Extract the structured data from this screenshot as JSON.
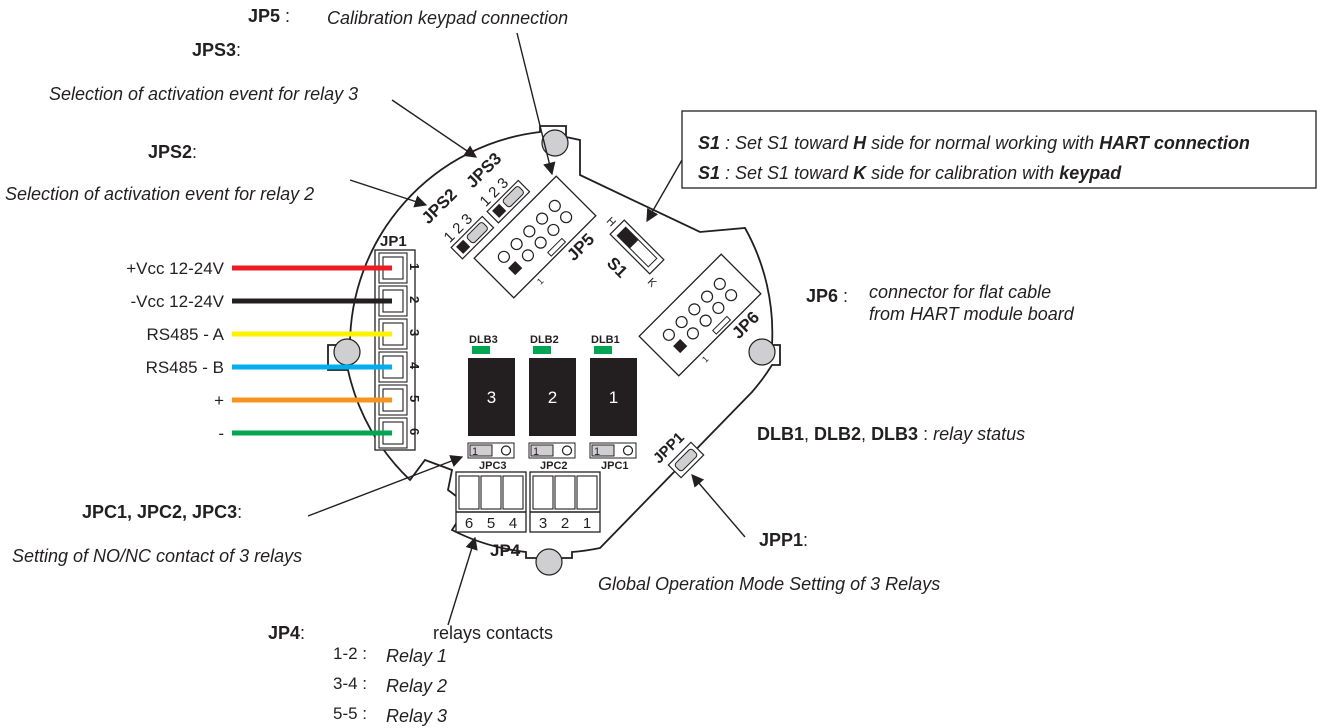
{
  "callouts": {
    "jp5": {
      "tag": "JP5",
      "sep": " :",
      "desc": "Calibration keypad connection"
    },
    "jps3": {
      "tag": "JPS3",
      "sep": ":",
      "desc": "Selection of activation event for relay 3"
    },
    "jps2": {
      "tag": "JPS2",
      "sep": ":",
      "desc": "Selection of activation event for relay 2"
    },
    "s1_box": {
      "line1": {
        "tag": "S1",
        "a": " : Set S1 toward ",
        "k": "H",
        "b": " side for normal working with ",
        "e": "HART connection"
      },
      "line2": {
        "tag": "S1",
        "a": " : Set S1 toward ",
        "k": "K",
        "b": " side for calibration with ",
        "e": "keypad"
      }
    },
    "jp6": {
      "tag": "JP6",
      "sep": " :",
      "desc1": "connector for flat cable",
      "desc2": "from HART module board"
    },
    "dlb": {
      "tag1": "DLB1",
      "c1": ", ",
      "tag2": "DLB2",
      "c2": ", ",
      "tag3": "DLB3",
      "sep": " : ",
      "desc": "relay status"
    },
    "jpc": {
      "tag": "JPC1, JPC2, JPC3",
      "sep": ":",
      "desc": "Setting of NO/NC contact of 3 relays"
    },
    "jpp1": {
      "tag": "JPP1",
      "sep": ":",
      "desc": "Global Operation Mode Setting of 3 Relays"
    },
    "jp4": {
      "tag": "JP4",
      "sep": ":",
      "desc": "relays contacts",
      "rows": [
        {
          "pins": "1-2 :",
          "relay": "Relay 1"
        },
        {
          "pins": "3-4 :",
          "relay": "Relay 2"
        },
        {
          "pins": "5-5 :",
          "relay": "Relay 3"
        }
      ]
    }
  },
  "jp1": {
    "title": "JP1",
    "wires": [
      {
        "label": "+Vcc 12-24V",
        "pin": "1",
        "color": "#ed1c24"
      },
      {
        "label": "-Vcc 12-24V",
        "pin": "2",
        "color": "#231f20"
      },
      {
        "label": "RS485 - A",
        "pin": "3",
        "color": "#fff200"
      },
      {
        "label": "RS485 - B",
        "pin": "4",
        "color": "#00aeef"
      },
      {
        "label": "+",
        "pin": "5",
        "color": "#f7941d"
      },
      {
        "label": "-",
        "pin": "6",
        "color": "#00a651"
      }
    ]
  },
  "board": {
    "jps2": {
      "title": "JPS2",
      "pins": "1 2 3"
    },
    "jps3": {
      "title": "JPS3",
      "pins": "1 2 3"
    },
    "jp5": {
      "title": "JP5",
      "pin1": "1"
    },
    "s1": {
      "title": "S1",
      "h": "H",
      "k": "K"
    },
    "jp6": {
      "title": "JP6",
      "pin1": "1"
    },
    "jpp1": {
      "title": "JPP1"
    },
    "relays": [
      {
        "led": "DLB3",
        "number": "3",
        "jumper": "JPC3",
        "jpin": "1"
      },
      {
        "led": "DLB2",
        "number": "2",
        "jumper": "JPC2",
        "jpin": "1"
      },
      {
        "led": "DLB1",
        "number": "1",
        "jumper": "JPC1",
        "jpin": "1"
      }
    ],
    "jp4": {
      "title": "JP4",
      "terminals": [
        "6",
        "5",
        "4",
        "3",
        "2",
        "1"
      ]
    },
    "colors": {
      "led": "#00a651",
      "relay": "#231f20",
      "hole": "#cfcfd1"
    }
  }
}
